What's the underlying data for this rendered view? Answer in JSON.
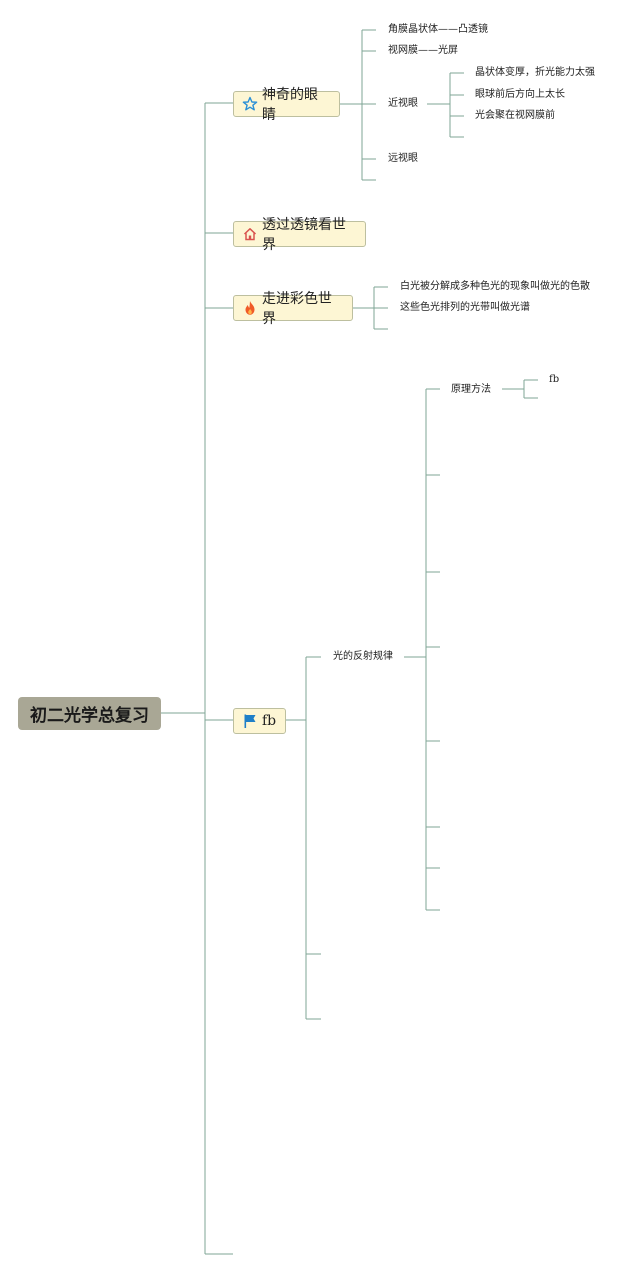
{
  "root": {
    "label": "初二光学总复习"
  },
  "topics": {
    "eyes": {
      "label": "神奇的眼睛",
      "icon": "star-icon",
      "children": {
        "cornea": "角膜晶状体——凸透镜",
        "retina": "视网膜——光屏",
        "myopia": {
          "label": "近视眼",
          "children": [
            "晶状体变厚，折光能力太强",
            "眼球前后方向上太长",
            "光会聚在视网膜前"
          ]
        },
        "hyperopia": "远视眼"
      }
    },
    "lens": {
      "label": "透过透镜看世界",
      "icon": "house-icon"
    },
    "color": {
      "label": "走进彩色世界",
      "icon": "flame-icon",
      "children": [
        "白光被分解成多种色光的现象叫做光的色散",
        "这些色光排列的光带叫做光谱"
      ]
    },
    "fb": {
      "label": "fb",
      "icon": "flag-icon",
      "children": {
        "reflection": {
          "label": "光的反射规律",
          "children": {
            "method": {
              "label": "原理方法",
              "children": [
                "fb"
              ]
            }
          }
        }
      }
    }
  },
  "colors": {
    "line": "#7fa696",
    "root_fill": "#a9a795",
    "topic_fill": "#fdf6d4",
    "topic_border": "#bdbf9f"
  }
}
